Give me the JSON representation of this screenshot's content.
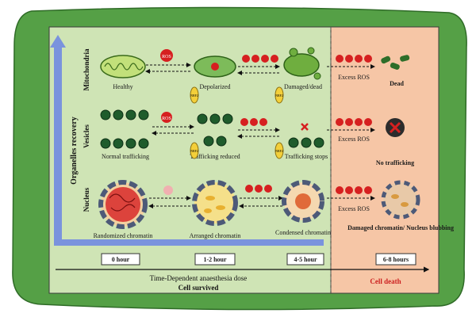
{
  "axis": {
    "y_title": "Organelles recovery",
    "rows": [
      "Mitochondria",
      "Vesicles",
      "Nucleus"
    ]
  },
  "stages": {
    "mito": [
      "Healthy",
      "Depolarized",
      "Damaged/dead",
      "Dead"
    ],
    "vesicles": [
      "Normal trafficking",
      "Trafficking reduced",
      "Trafficking stops",
      "No trafficking"
    ],
    "nucleus": [
      "Randomized chromatin",
      "Arranged chromatin",
      "Condensed chromatin",
      "Damaged chromatin/ Nucleus blubbing"
    ]
  },
  "badges": {
    "ros": "ROS",
    "nrf2": "NRF2",
    "excess_ros": "Excess ROS"
  },
  "timeline": [
    "0 hour",
    "1-2 hour",
    "4-5 hour",
    "6-8 hours"
  ],
  "bottom": {
    "dose": "Time-Dependent anaesthesia dose",
    "survived": "Cell survived",
    "death": "Cell death"
  },
  "colors": {
    "outer_green": "#55a046",
    "inner_green": "#cfe4b5",
    "death_panel": "#f6c6a6",
    "ros_red": "#d62020",
    "nrf2_yellow": "#f3cf3a",
    "axis_blue": "#7a93dd",
    "death_text": "#cc1f1f"
  }
}
